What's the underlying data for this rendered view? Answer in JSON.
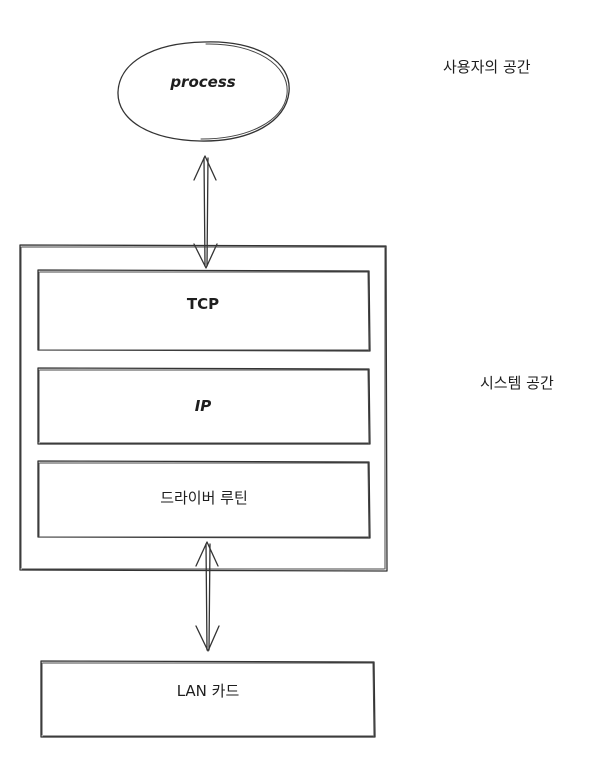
{
  "nodes": {
    "process": "process",
    "tcp": "TCP",
    "ip": "IP",
    "driver": "드라이버 루틴",
    "lan": "LAN 카드"
  },
  "regions": {
    "user_space": "사용자의 공간",
    "system_space": "시스템 공간"
  },
  "edges": [
    {
      "from": "process",
      "to": "tcp",
      "style": "double-arrow"
    },
    {
      "from": "driver",
      "to": "lan",
      "style": "double-arrow"
    }
  ]
}
